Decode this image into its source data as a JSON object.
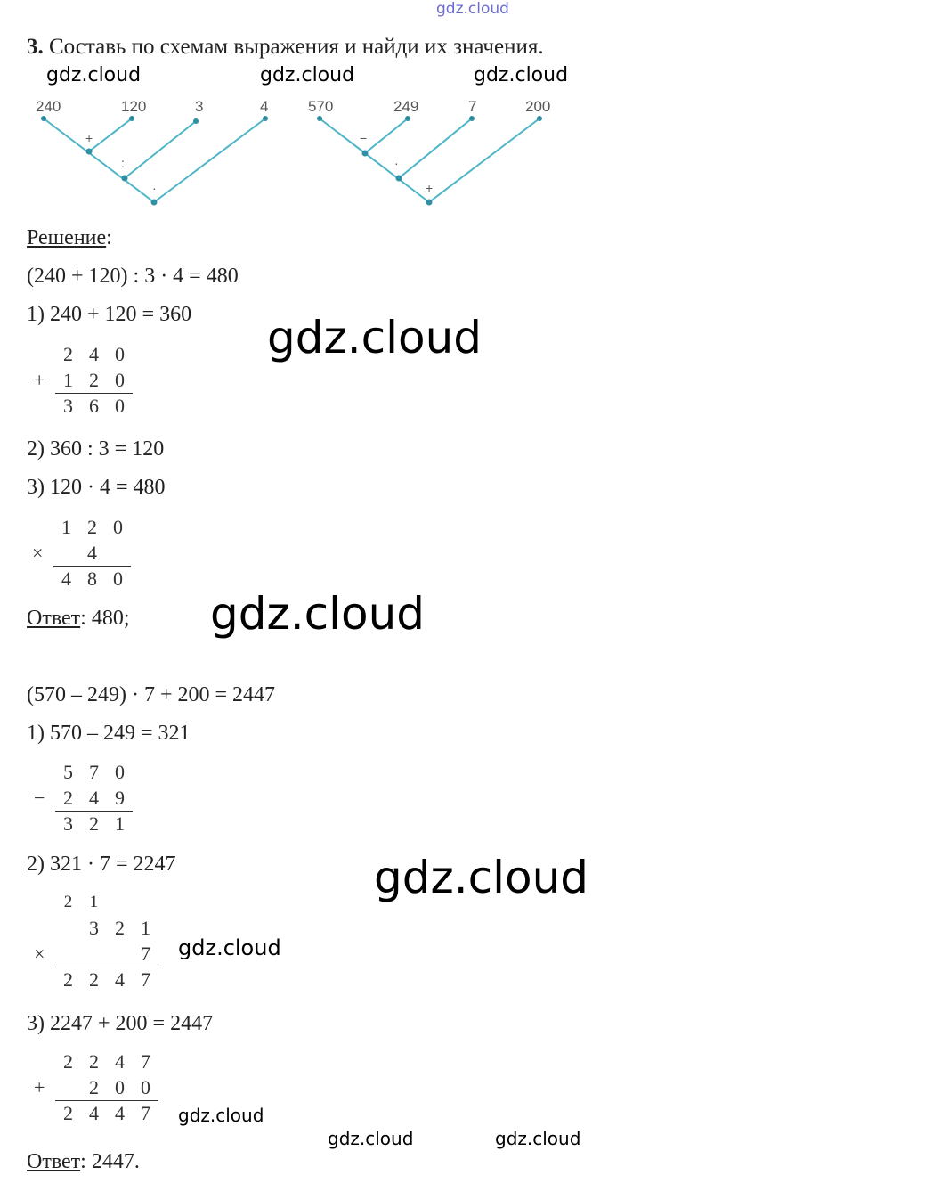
{
  "top_watermark": "gdz.cloud",
  "task": {
    "number": "3.",
    "text": "Составь по схемам выражения и найди их значения."
  },
  "watermarks": {
    "header": [
      "gdz.cloud",
      "gdz.cloud",
      "gdz.cloud"
    ],
    "large": [
      "gdz.cloud",
      "gdz.cloud",
      "gdz.cloud"
    ],
    "small": [
      "gdz.cloud",
      "gdz.cloud",
      "gdz.cloud",
      "gdz.cloud"
    ]
  },
  "scheme1": {
    "numbers": [
      "240",
      "120",
      "3",
      "4"
    ],
    "ops": [
      "+",
      ":",
      "·"
    ]
  },
  "scheme2": {
    "numbers": [
      "570",
      "249",
      "7",
      "200"
    ],
    "ops": [
      "−",
      "·",
      "+"
    ]
  },
  "solution_label": "Решение",
  "part1": {
    "expression": "(240 + 120) : 3 · 4 = 480",
    "step1": "1) 240 + 120 = 360",
    "col1": {
      "sign": "+",
      "rows": [
        [
          "2",
          "4",
          "0"
        ],
        [
          "1",
          "2",
          "0"
        ]
      ],
      "result": [
        "3",
        "6",
        "0"
      ]
    },
    "step2": "2) 360 : 3 = 120",
    "step3": "3) 120 · 4 = 480",
    "col3": {
      "sign": "×",
      "rows": [
        [
          "1",
          "2",
          "0"
        ],
        [
          "",
          "4",
          ""
        ]
      ],
      "result": [
        "4",
        "8",
        "0"
      ]
    },
    "answer_label": "Ответ",
    "answer": ": 480;"
  },
  "part2": {
    "expression": "(570 – 249) · 7 + 200 = 2447",
    "step1": "1) 570 – 249 = 321",
    "col1": {
      "sign": "−",
      "rows": [
        [
          "5",
          "7",
          "0"
        ],
        [
          "2",
          "4",
          "9"
        ]
      ],
      "result": [
        "3",
        "2",
        "1"
      ]
    },
    "step2": "2) 321 · 7 = 2247",
    "col2": {
      "sign": "×",
      "carry": [
        "2",
        "1"
      ],
      "rows": [
        [
          "",
          "3",
          "2",
          "1"
        ],
        [
          "",
          "",
          "",
          "7"
        ]
      ],
      "result": [
        "2",
        "2",
        "4",
        "7"
      ]
    },
    "step3": "3) 2247 + 200 = 2447",
    "col3": {
      "sign": "+",
      "rows": [
        [
          "2",
          "2",
          "4",
          "7"
        ],
        [
          "",
          "2",
          "0",
          "0"
        ]
      ],
      "result": [
        "2",
        "4",
        "4",
        "7"
      ]
    },
    "answer_label": "Ответ",
    "answer": ": 2447."
  }
}
